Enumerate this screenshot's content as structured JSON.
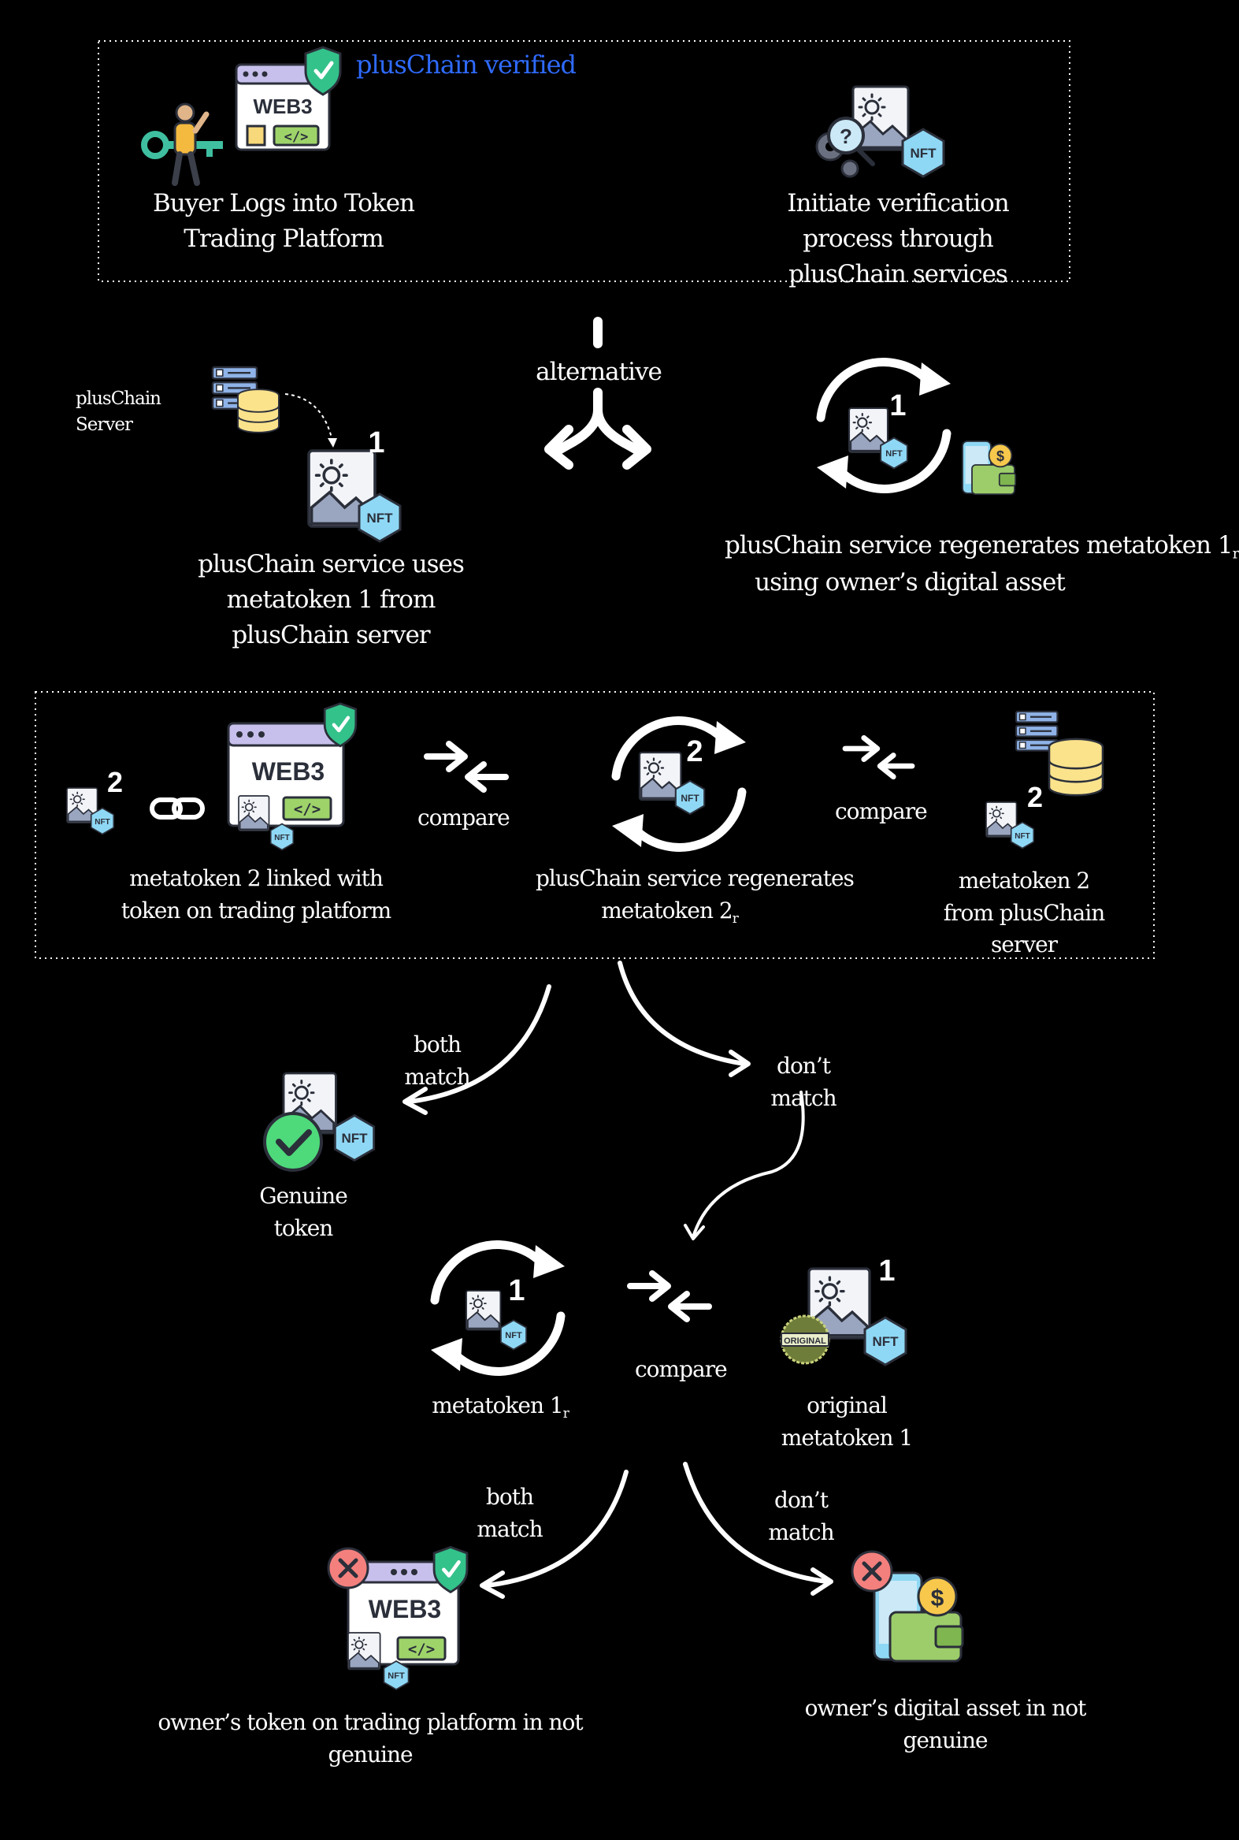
{
  "step1": {
    "verified_badge": "plusChain verified",
    "web3_label": "WEB3",
    "buyer_label": "Buyer Logs into Token Trading Platform",
    "verify_label": "Initiate verification process through plusChain services",
    "nft_label": "NFT"
  },
  "step2": {
    "server_label": "plusChain Server",
    "alternative_label": "alternative",
    "left_number": "1",
    "right_number": "1",
    "left_label": "plusChain service uses metatoken 1 from plusChain server",
    "right_label_main": "plusChain service regenerates metatoken 1",
    "right_label_sub": "r",
    "right_label_line2": "using owner’s digital asset",
    "nft_label": "NFT"
  },
  "step3": {
    "left_number": "2",
    "center_number": "2",
    "right_number": "2",
    "web3_label": "WEB3",
    "left_label": "metatoken 2 linked with token on trading platform",
    "compare_left": "compare",
    "compare_right": "compare",
    "center_label_line1": "plusChain service regenerates",
    "center_label_main": "metatoken 2",
    "center_label_sub": "r",
    "right_label": "metatoken 2 from plusChain server",
    "nft_label": "NFT"
  },
  "step4": {
    "both_match": "both match",
    "dont_match": "don’t match",
    "genuine_label": "Genuine token",
    "nft_label": "NFT"
  },
  "step5": {
    "left_number": "1",
    "right_number": "1",
    "compare": "compare",
    "left_label_main": "metatoken 1",
    "left_label_sub": "r",
    "original_stamp": "ORIGINAL",
    "right_label": "original metatoken 1",
    "nft_label": "NFT"
  },
  "step6": {
    "both_match": "both match",
    "dont_match": "don’t match",
    "web3_label": "WEB3",
    "left_label": "owner’s token on trading platform in not genuine",
    "right_label": "owner’s digital asset in not genuine",
    "nft_label": "NFT"
  },
  "colors": {
    "background": "#000000",
    "nft_hex": "#8fd8f5",
    "web3_header": "#c8c0ec",
    "shield": "#33c28a",
    "check_green": "#4ed97a",
    "cross_red": "#f4807e",
    "wallet_green": "#9ccd6a",
    "coin_yellow": "#f7c84c",
    "db_yellow": "#fbe38c",
    "server_blue": "#8fb3e8",
    "key_teal": "#3fbfa0",
    "code_green": "#9ed36a",
    "verified_blue": "#2f6bff"
  }
}
